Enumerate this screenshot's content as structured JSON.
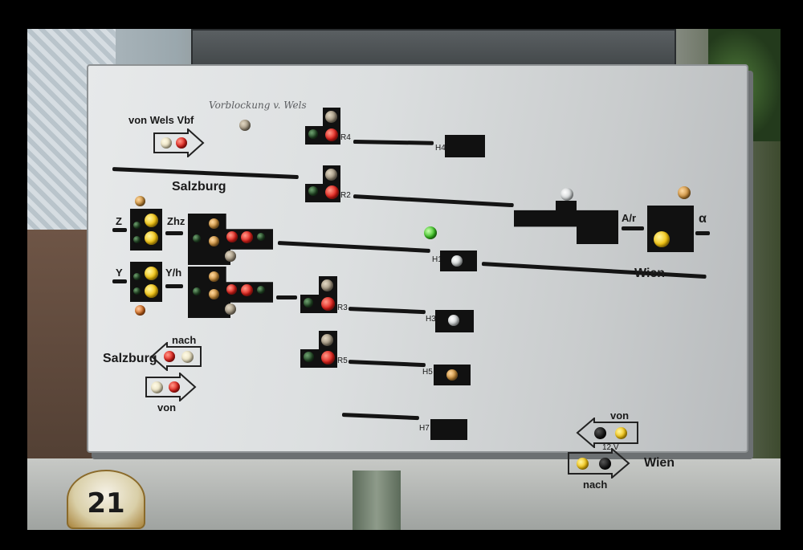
{
  "photo": {
    "caption_handwritten": "Vorblockung v. Wels",
    "labels": {
      "von_wels": "von Wels Vbf",
      "salzburg_top": "Salzburg",
      "z": "Z",
      "zhz": "Zhz",
      "y": "Y",
      "ylh": "Y/h",
      "r4": "R4",
      "r2": "R2",
      "r3": "R3",
      "r5": "R5",
      "h4": "H4",
      "h1": "H1",
      "h3": "H3",
      "h5": "H5",
      "h7": "H7",
      "ar": "A/r",
      "alpha": "α",
      "wien_track": "Wien",
      "salzburg_bottom": "Salzburg",
      "nach_left": "nach",
      "von_left": "von",
      "von_right": "von",
      "volt": "12 V",
      "nach_right": "nach",
      "wien_bottom": "Wien"
    },
    "calendar_day": "21"
  }
}
